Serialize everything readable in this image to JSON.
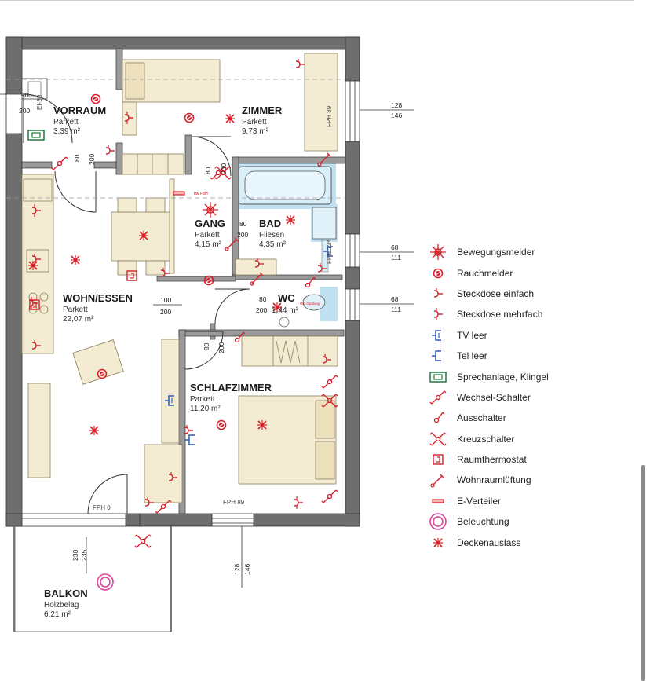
{
  "rooms": {
    "vorraum": {
      "name": "VORRAUM",
      "floor": "Parkett",
      "area": "3,39 m²"
    },
    "zimmer": {
      "name": "ZIMMER",
      "floor": "Parkett",
      "area": "9,73 m²"
    },
    "gang": {
      "name": "GANG",
      "floor": "Parkett",
      "area": "4,15 m²"
    },
    "bad": {
      "name": "BAD",
      "floor": "Fliesen",
      "area": "4,35 m²"
    },
    "wohnessen": {
      "name": "WOHN/ESSEN",
      "floor": "Parkett",
      "area": "22,07 m²"
    },
    "wc": {
      "name": "WC",
      "area": "1,44 m²"
    },
    "schlafzimmer": {
      "name": "SCHLAFZIMMER",
      "floor": "Parkett",
      "area": "11,20 m²"
    },
    "balkon": {
      "name": "BALKON",
      "floor": "Holzbelag",
      "area": "6,21 m²"
    }
  },
  "dimensions": {
    "entry_door_top": "90",
    "entry_door_bottom": "200",
    "ei30": "EI-30",
    "vorraum_door_w": "80",
    "vorraum_door_h": "200",
    "zimmer_door_w": "80",
    "zimmer_door_h": "200",
    "gang_bad_top": "80",
    "gang_bad_bottom": "200",
    "wohn_door_top": "100",
    "wohn_door_bottom": "200",
    "wc_door_top": "80",
    "wc_door_bottom": "200",
    "schlaf_door_w": "80",
    "schlaf_door_h": "200",
    "win_zimmer_top": "128",
    "win_zimmer_bottom": "146",
    "win_bad_top": "68",
    "win_bad_bottom": "111",
    "win_wc_top": "68",
    "win_wc_bottom": "111",
    "win_schlaf_top": "128",
    "win_schlaf_bottom": "146",
    "balkon_door_a": "230",
    "balkon_door_b": "235",
    "fph_zimmer": "FPH 89",
    "fph_bad": "FPH 124",
    "fph_schlaf": "FPH 89",
    "fph_wohn": "FPH 0"
  },
  "small_labels": {
    "bw_fbh": "bw FBH",
    "wc_spulung": "WC-Spülung"
  },
  "legend": [
    {
      "icon": "motion-detector-icon",
      "label": "Bewegungsmelder"
    },
    {
      "icon": "smoke-detector-icon",
      "label": "Rauchmelder"
    },
    {
      "icon": "socket-single-icon",
      "label": "Steckdose einfach"
    },
    {
      "icon": "socket-multiple-icon",
      "label": "Steckdose mehrfach"
    },
    {
      "icon": "tv-empty-icon",
      "label": "TV leer"
    },
    {
      "icon": "tel-empty-icon",
      "label": "Tel leer"
    },
    {
      "icon": "intercom-icon",
      "label": "Sprechanlage, Klingel"
    },
    {
      "icon": "changeover-switch-icon",
      "label": "Wechsel-Schalter"
    },
    {
      "icon": "off-switch-icon",
      "label": "Ausschalter"
    },
    {
      "icon": "cross-switch-icon",
      "label": "Kreuzschalter"
    },
    {
      "icon": "room-thermostat-icon",
      "label": "Raumthermostat"
    },
    {
      "icon": "ventilation-icon",
      "label": "Wohnraumlüftung"
    },
    {
      "icon": "distribution-board-icon",
      "label": "E-Verteiler"
    },
    {
      "icon": "lighting-icon",
      "label": "Beleuchtung"
    },
    {
      "icon": "ceiling-outlet-icon",
      "label": "Deckenauslass"
    }
  ],
  "colors": {
    "symbol_red": "#d8202a",
    "wall": "#6e6e6e",
    "furniture": "#f4ecd2",
    "tile_blue": "#bfe1f2"
  }
}
